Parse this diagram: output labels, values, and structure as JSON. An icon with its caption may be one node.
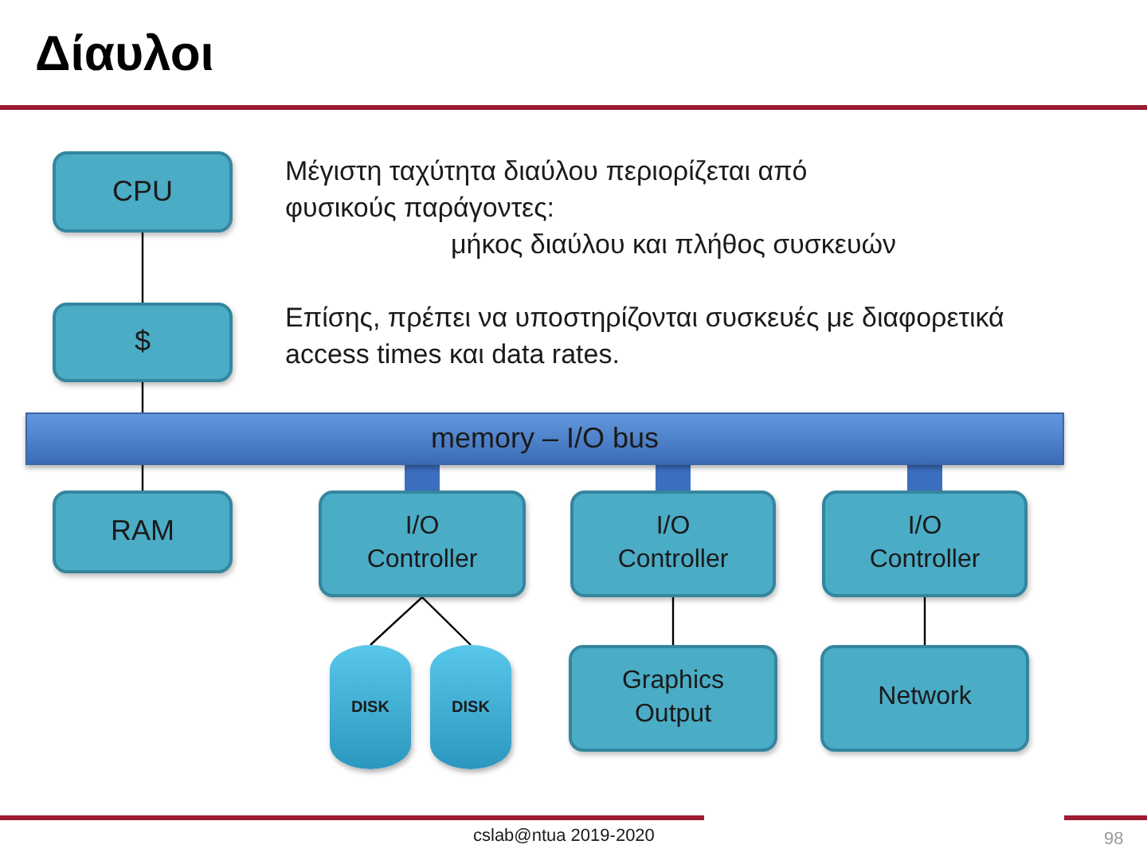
{
  "diagram": {
    "title": "Δίαυλοι",
    "nodes": [
      {
        "text": [
          "CPU"
        ]
      },
      {
        "text": [
          "$"
        ]
      },
      {
        "text": [
          "memory – I/O bus"
        ]
      },
      {
        "text": [
          "RAM"
        ]
      },
      {
        "text": [
          "I/O Controller"
        ]
      },
      {
        "text": [
          "I/O Controller"
        ]
      },
      {
        "text": [
          "I/O Controller"
        ]
      },
      {
        "text": [
          "DISK"
        ]
      },
      {
        "text": [
          "DISK"
        ]
      },
      {
        "text": [
          "Graphics Output"
        ]
      },
      {
        "text": [
          "Network"
        ]
      }
    ],
    "edges": [
      {
        "from": 0,
        "to": 1,
        "arrow": "none"
      },
      {
        "from": 1,
        "to": 2,
        "arrow": "none"
      },
      {
        "from": 2,
        "to": 3,
        "arrow": "none"
      },
      {
        "from": 2,
        "to": 4,
        "arrow": "none",
        "style": "thick",
        "color": "#3c6fbf"
      },
      {
        "from": 2,
        "to": 5,
        "arrow": "none",
        "style": "thick",
        "color": "#3c6fbf"
      },
      {
        "from": 2,
        "to": 6,
        "arrow": "none",
        "style": "thick",
        "color": "#3c6fbf"
      },
      {
        "from": 4,
        "to": 7,
        "arrow": "none"
      },
      {
        "from": 4,
        "to": 8,
        "arrow": "none"
      },
      {
        "from": 5,
        "to": 9,
        "arrow": "none"
      },
      {
        "from": 6,
        "to": 10,
        "arrow": "none"
      }
    ],
    "labels": [
      "Μέγιστη ταχύτητα διαύλου περιορίζεται από φυσικούς παράγοντες:",
      "μήκος διαύλου και πλήθος συσκευών",
      "Επίσης, πρέπει να υποστηρίζονται συσκευές με διαφορετικά access times και data rates.",
      "cslab@ntua 2019-2020",
      "98"
    ]
  }
}
